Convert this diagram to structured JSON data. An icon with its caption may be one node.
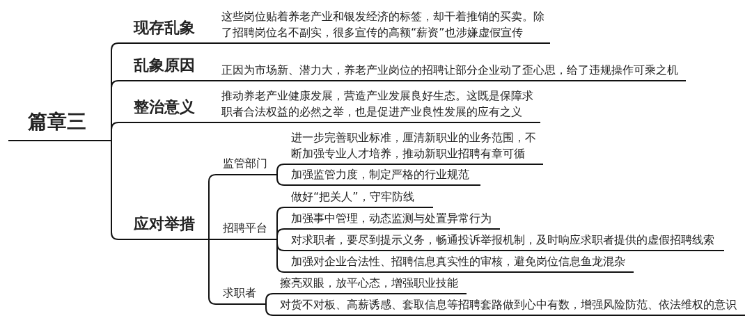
{
  "diagram": {
    "nodes": [
      {
        "text": [
          "篇章三"
        ]
      },
      {
        "text": [
          "现存乱象"
        ]
      },
      {
        "text": [
          "这些岗位贴着养老产业和银发经济的标签，却干着推销的买卖。除了招聘岗位名不副实，很多宣传的高额“薪资”也涉嫌虚假宣传"
        ]
      },
      {
        "text": [
          "乱象原因"
        ]
      },
      {
        "text": [
          "正因为市场新、潜力大，养老产业岗位的招聘让部分企业动了歪心思，给了违规操作可乘之机"
        ]
      },
      {
        "text": [
          "整治意义"
        ]
      },
      {
        "text": [
          "推动养老产业健康发展，营造产业发展良好生态。这既是保障求职者合法权益的必然之举，也是促进产业良性发展的应有之义"
        ]
      },
      {
        "text": [
          "应对举措"
        ]
      },
      {
        "text": [
          "监管部门"
        ]
      },
      {
        "text": [
          "进一步完善职业标准，厘清新职业的业务范围，不断加强专业人才培养，推动新职业招聘有章可循"
        ]
      },
      {
        "text": [
          "加强监管力度，制定严格的行业规范"
        ]
      },
      {
        "text": [
          "招聘平台"
        ]
      },
      {
        "text": [
          "做好“把关人”，守牢防线"
        ]
      },
      {
        "text": [
          "加强事中管理，动态监测与处置异常行为"
        ]
      },
      {
        "text": [
          "对求职者，要尽到提示义务，畅通投诉举报机制，及时响应求职者提供的虚假招聘线索"
        ]
      },
      {
        "text": [
          "加强对企业合法性、招聘信息真实性的审核，避免岗位信息鱼龙混杂"
        ]
      },
      {
        "text": [
          "求职者"
        ]
      },
      {
        "text": [
          "擦亮双眼，放平心态，增强职业技能"
        ]
      },
      {
        "text": [
          "对货不对板、高薪诱感、套取信息等招聘套路做到心中有数，增强风险防范、依法维权的意识"
        ]
      }
    ],
    "edges": [
      {
        "from": 0,
        "to": 1,
        "arrow": "none"
      },
      {
        "from": 0,
        "to": 3,
        "arrow": "none"
      },
      {
        "from": 0,
        "to": 5,
        "arrow": "none"
      },
      {
        "from": 0,
        "to": 7,
        "arrow": "none"
      },
      {
        "from": 1,
        "to": 2,
        "arrow": "none"
      },
      {
        "from": 3,
        "to": 4,
        "arrow": "none"
      },
      {
        "from": 5,
        "to": 6,
        "arrow": "none"
      },
      {
        "from": 7,
        "to": 8,
        "arrow": "none"
      },
      {
        "from": 7,
        "to": 11,
        "arrow": "none"
      },
      {
        "from": 7,
        "to": 16,
        "arrow": "none"
      },
      {
        "from": 8,
        "to": 9,
        "arrow": "none"
      },
      {
        "from": 8,
        "to": 10,
        "arrow": "none"
      },
      {
        "from": 11,
        "to": 12,
        "arrow": "none"
      },
      {
        "from": 11,
        "to": 13,
        "arrow": "none"
      },
      {
        "from": 11,
        "to": 14,
        "arrow": "none"
      },
      {
        "from": 11,
        "to": 15,
        "arrow": "none"
      },
      {
        "from": 16,
        "to": 17,
        "arrow": "none"
      },
      {
        "from": 16,
        "to": 18,
        "arrow": "none"
      }
    ]
  }
}
